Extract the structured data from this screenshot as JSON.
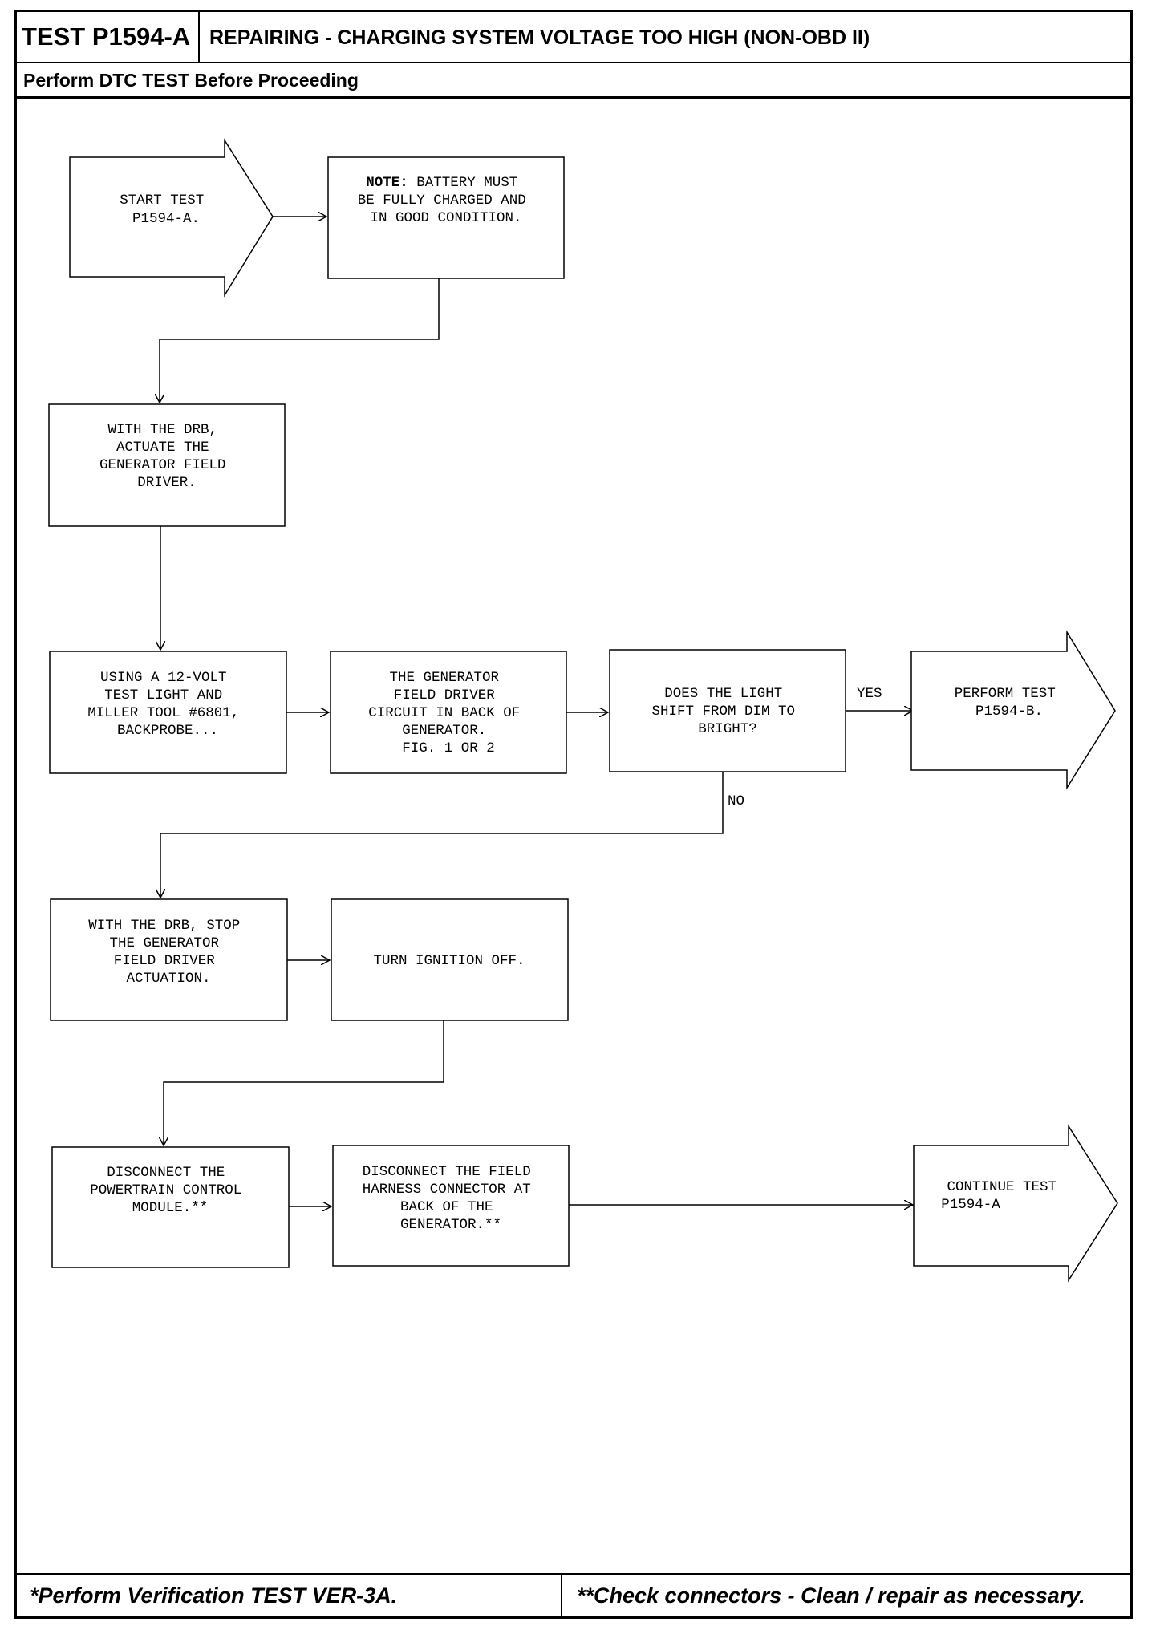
{
  "header": {
    "test_id": "TEST P1594-A",
    "title": "REPAIRING - CHARGING SYSTEM VOLTAGE TOO HIGH (NON-OBD II)",
    "subtitle": "Perform DTC TEST Before Proceeding"
  },
  "flow": {
    "start": [
      "START TEST",
      "P1594-A."
    ],
    "note_bold": "NOTE:",
    "note": [
      " BATTERY MUST",
      "BE FULLY CHARGED AND",
      "IN GOOD CONDITION."
    ],
    "actuate": [
      "WITH THE DRB,",
      "ACTUATE THE",
      "GENERATOR FIELD",
      "DRIVER."
    ],
    "test_light": [
      "USING A 12-VOLT",
      "TEST LIGHT AND",
      "MILLER TOOL #6801,",
      "BACKPROBE..."
    ],
    "field_circuit": [
      "THE GENERATOR",
      "FIELD DRIVER",
      "CIRCUIT IN BACK OF",
      "GENERATOR.",
      "FIG. 1 OR 2"
    ],
    "question": [
      "DOES THE LIGHT",
      "SHIFT FROM DIM TO",
      "BRIGHT?"
    ],
    "yes_label": "YES",
    "no_label": "NO",
    "perform_b": [
      "PERFORM TEST",
      "P1594-B."
    ],
    "stop_actuation": [
      "WITH THE DRB, STOP",
      "THE GENERATOR",
      "FIELD DRIVER",
      "ACTUATION."
    ],
    "ignition_off": [
      "TURN IGNITION OFF."
    ],
    "disconnect_pcm": [
      "DISCONNECT THE",
      "POWERTRAIN CONTROL",
      "MODULE.**"
    ],
    "disconnect_field": [
      "DISCONNECT THE FIELD",
      "HARNESS CONNECTOR AT",
      "BACK OF THE",
      "GENERATOR.**"
    ],
    "continue": [
      "CONTINUE TEST",
      "P1594-A"
    ]
  },
  "footer": {
    "left": "*Perform Verification TEST VER-3A.",
    "right": "**Check connectors - Clean / repair as necessary."
  }
}
